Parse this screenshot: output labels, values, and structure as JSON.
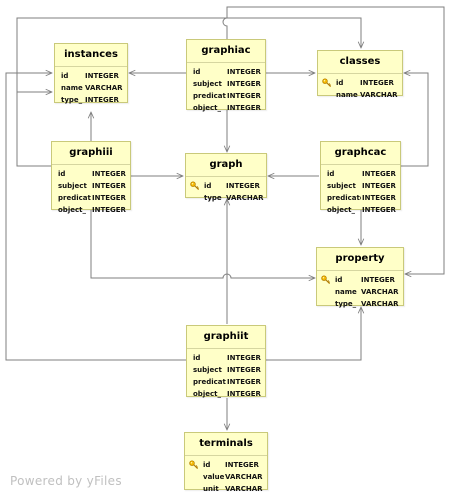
{
  "watermark": "Powered by yFiles",
  "colors": {
    "table_fill": "#ffffc8",
    "table_border": "#c9c97a",
    "edge": "#7f7f7f",
    "key": "#e2a400"
  },
  "tables": {
    "instances": {
      "title": "instances",
      "columns": [
        {
          "name": "id",
          "type": "INTEGER"
        },
        {
          "name": "name",
          "type": "VARCHAR"
        },
        {
          "name": "type_",
          "type": "INTEGER"
        }
      ]
    },
    "graphiac": {
      "title": "graphiac",
      "columns": [
        {
          "name": "id",
          "type": "INTEGER"
        },
        {
          "name": "subject",
          "type": "INTEGER"
        },
        {
          "name": "predicate",
          "type": "INTEGER"
        },
        {
          "name": "object_",
          "type": "INTEGER"
        }
      ]
    },
    "classes": {
      "title": "classes",
      "columns": [
        {
          "name": "id",
          "type": "INTEGER",
          "key_icon": "key-icon"
        },
        {
          "name": "name",
          "type": "VARCHAR"
        }
      ]
    },
    "graphiii": {
      "title": "graphiii",
      "columns": [
        {
          "name": "id",
          "type": "INTEGER"
        },
        {
          "name": "subject",
          "type": "INTEGER"
        },
        {
          "name": "predicate",
          "type": "INTEGER"
        },
        {
          "name": "object_",
          "type": "INTEGER"
        }
      ]
    },
    "graph": {
      "title": "graph",
      "columns": [
        {
          "name": "id",
          "type": "INTEGER",
          "key_icon": "key-icon"
        },
        {
          "name": "type",
          "type": "VARCHAR"
        }
      ]
    },
    "graphcac": {
      "title": "graphcac",
      "columns": [
        {
          "name": "id",
          "type": "INTEGER"
        },
        {
          "name": "subject",
          "type": "INTEGER"
        },
        {
          "name": "predicate",
          "type": "INTEGER"
        },
        {
          "name": "object_",
          "type": "INTEGER"
        }
      ]
    },
    "property": {
      "title": "property",
      "columns": [
        {
          "name": "id",
          "type": "INTEGER",
          "key_icon": "key-icon"
        },
        {
          "name": "name",
          "type": "VARCHAR"
        },
        {
          "name": "type_",
          "type": "VARCHAR"
        }
      ]
    },
    "graphiit": {
      "title": "graphiit",
      "columns": [
        {
          "name": "id",
          "type": "INTEGER"
        },
        {
          "name": "subject",
          "type": "INTEGER"
        },
        {
          "name": "predicate",
          "type": "INTEGER"
        },
        {
          "name": "object_",
          "type": "INTEGER"
        }
      ]
    },
    "terminals": {
      "title": "terminals",
      "columns": [
        {
          "name": "id",
          "type": "INTEGER",
          "key_icon": "key-icon"
        },
        {
          "name": "value",
          "type": "VARCHAR"
        },
        {
          "name": "unit",
          "type": "VARCHAR"
        }
      ]
    }
  }
}
